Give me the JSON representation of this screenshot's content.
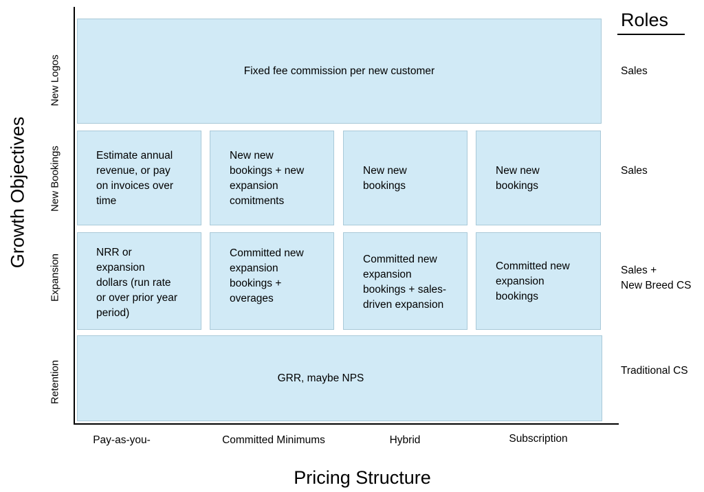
{
  "y_axis_title": "Growth Objectives",
  "x_axis_title": "Pricing Structure",
  "roles_title": "Roles",
  "rows": [
    "New Logos",
    "New Bookings",
    "Expansion",
    "Retention"
  ],
  "columns": [
    "Pay-as-you-",
    "Committed Minimums",
    "Hybrid",
    "Subscription"
  ],
  "roles": [
    "Sales",
    "Sales",
    "Sales +\nNew Breed CS",
    "Traditional CS"
  ],
  "cells": {
    "new_logos": "Fixed fee commission per new customer",
    "new_bookings": [
      "Estimate annual\nrevenue, or pay\non invoices over\ntime",
      "New new\nbookings + new\nexpansion\ncomitments",
      "New new\nbookings",
      "New new\nbookings"
    ],
    "expansion": [
      "NRR or\nexpansion\ndollars (run rate\nor over prior year\nperiod)",
      "Committed new\nexpansion\nbookings +\noverages",
      "Committed new\nexpansion\nbookings + sales-\ndriven  expansion",
      "Committed new\nexpansion\nbookings"
    ],
    "retention": "GRR, maybe NPS"
  }
}
